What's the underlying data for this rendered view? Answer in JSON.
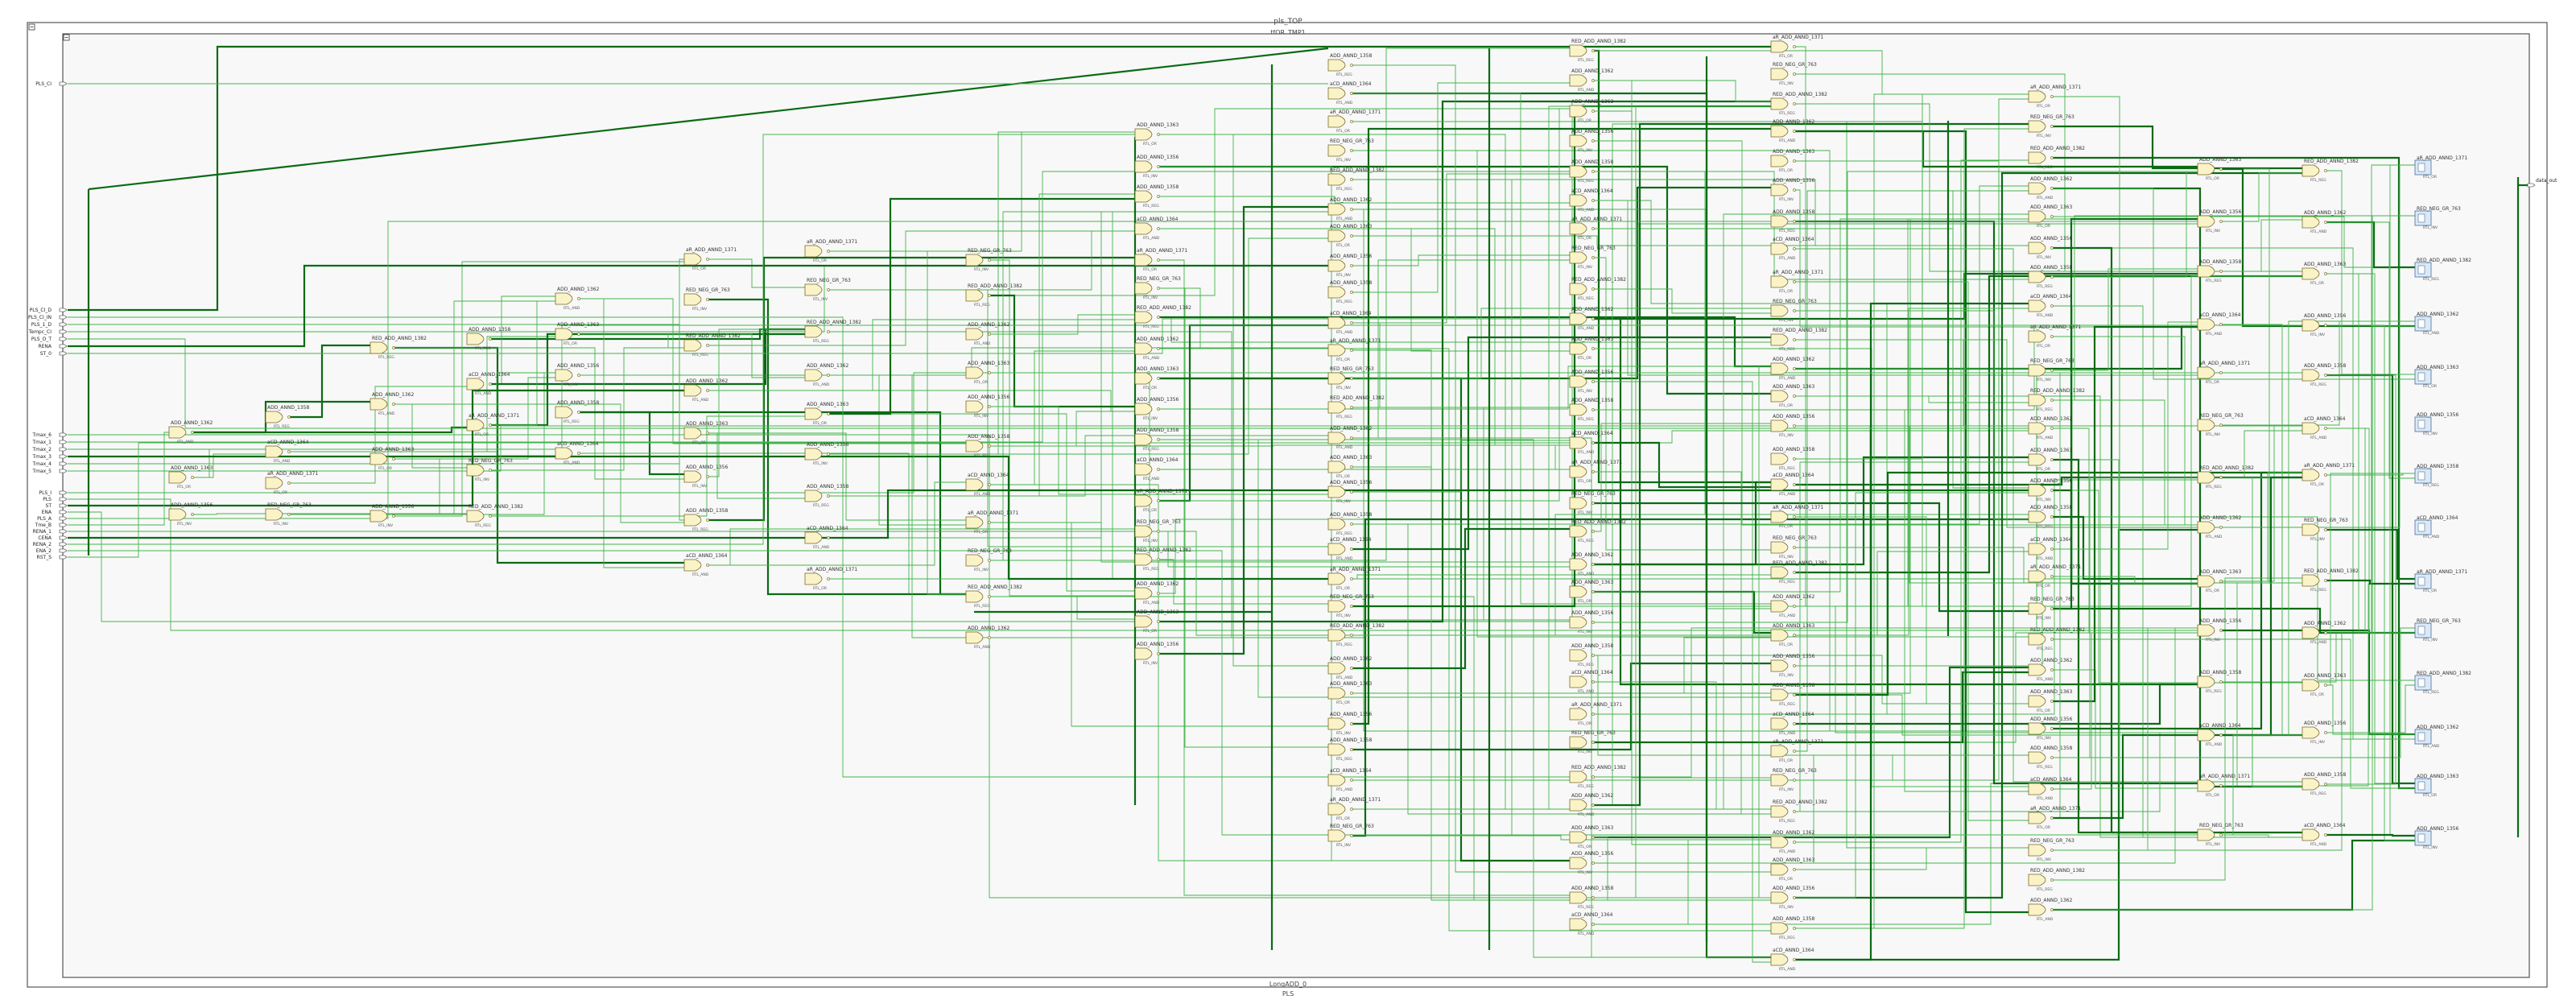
{
  "design": {
    "top_title": "pls_TOP",
    "inner_title": "tfOR_TMP1",
    "inner_bottom": "LongADD_0",
    "outer_bottom": "PLS"
  },
  "input_ports_upper": [
    "PLS_CI_D",
    "PLS_CI_IN",
    "PLS_1_D",
    "Tempc_CI",
    "PLS_O_T",
    "RENA",
    "ST_0"
  ],
  "input_ports_middle": [
    "Tmax_6",
    "Tmax_1",
    "Tmax_2",
    "Tmax_3",
    "Tmax_4",
    "Tmax_5"
  ],
  "input_ports_lower": [
    "PLS_I",
    "PLS",
    "ST",
    "ENA",
    "PLS_A",
    "Tme_B",
    "RENA_1",
    "CENA",
    "RENA_2",
    "ENA_2",
    "RST_S"
  ],
  "top_port": "PLS_CI",
  "output_port": "data_out",
  "cell_sample_labels": [
    "ADD_ANND_1362",
    "ADD_ANND_1363",
    "ADD_ANND_1356",
    "ADD_ANND_1358",
    "aCD_ANND_1364",
    "aR_ADD_ANND_1371",
    "RED_NEG_GR_763",
    "RED_ADD_ANND_1382"
  ],
  "sub_labels": [
    "RTL_AND",
    "RTL_OR",
    "RTL_INV",
    "RTL_REG"
  ]
}
